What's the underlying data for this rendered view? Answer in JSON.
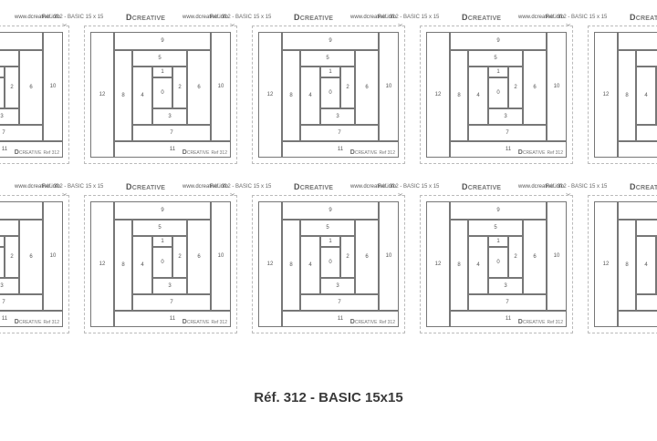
{
  "header": {
    "ref": "Réf. 312 - BASIC 15 x 15",
    "brand_mark": "D",
    "brand_name": "CREATIVE",
    "url": "www.dcreative.info"
  },
  "footer_mark": "D",
  "footer_brand": "CREATIVE",
  "footer_ref": "Ref 312",
  "pieces": [
    "0",
    "1",
    "2",
    "3",
    "4",
    "5",
    "6",
    "7",
    "8",
    "9",
    "10",
    "11",
    "12"
  ],
  "title": "Réf. 312 - BASIC 15x15"
}
